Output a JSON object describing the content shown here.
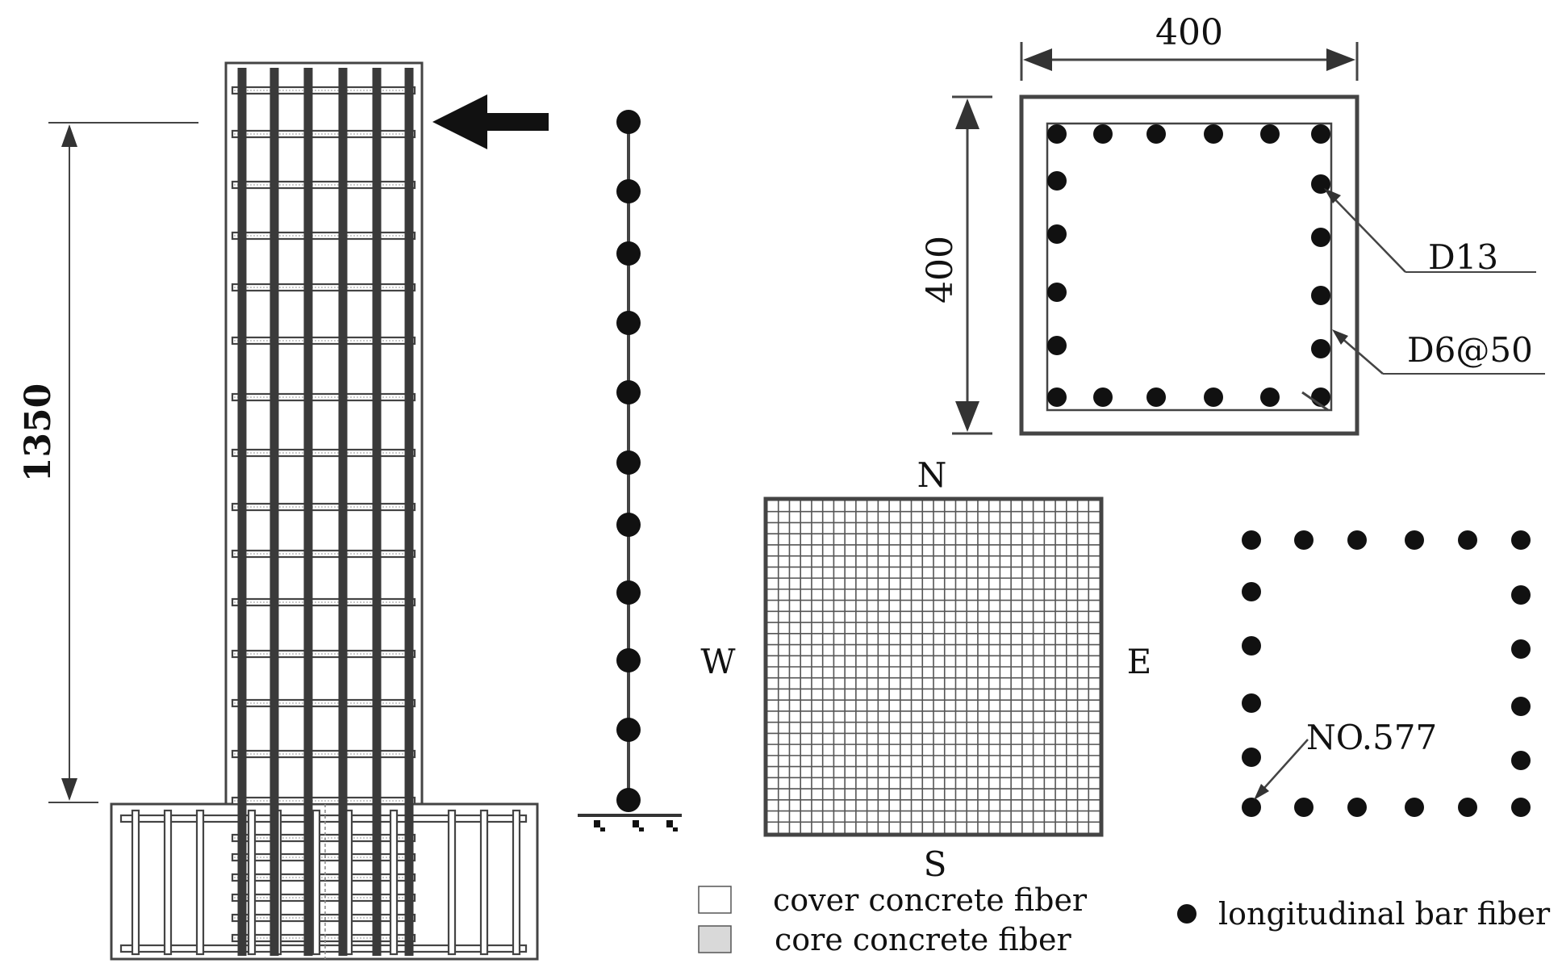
{
  "diagram": {
    "elevation": {
      "height_label": "1350"
    },
    "section": {
      "width_label": "400",
      "height_label": "400",
      "bar_label": "D13",
      "stirrup_label": "D6@50"
    },
    "fiber_mesh": {
      "north": "N",
      "south": "S",
      "west": "W",
      "east": "E"
    },
    "bar_layout": {
      "node_label": "NO.577"
    },
    "legend": {
      "cover": "cover concrete fiber",
      "core": "core concrete fiber",
      "bar": "longitudinal bar fiber"
    },
    "colors": {
      "line": "#444444",
      "dark": "#111111",
      "core_fill": "#d9d9d9"
    }
  }
}
